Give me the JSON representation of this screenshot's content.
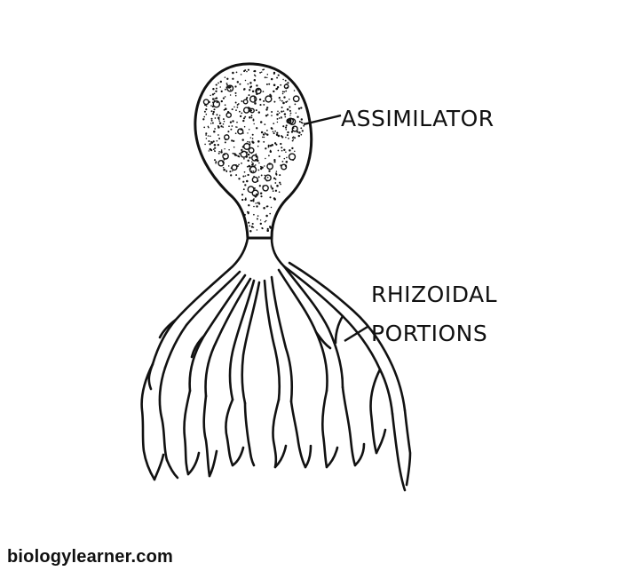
{
  "labels": {
    "assimilator": "ASSIMILATOR",
    "rhizoidal_line1": "RHIZOIDAL",
    "rhizoidal_line2": "PORTIONS"
  },
  "watermark": "biologylearner.com",
  "colors": {
    "ink": "#111111",
    "background": "#ffffff"
  }
}
